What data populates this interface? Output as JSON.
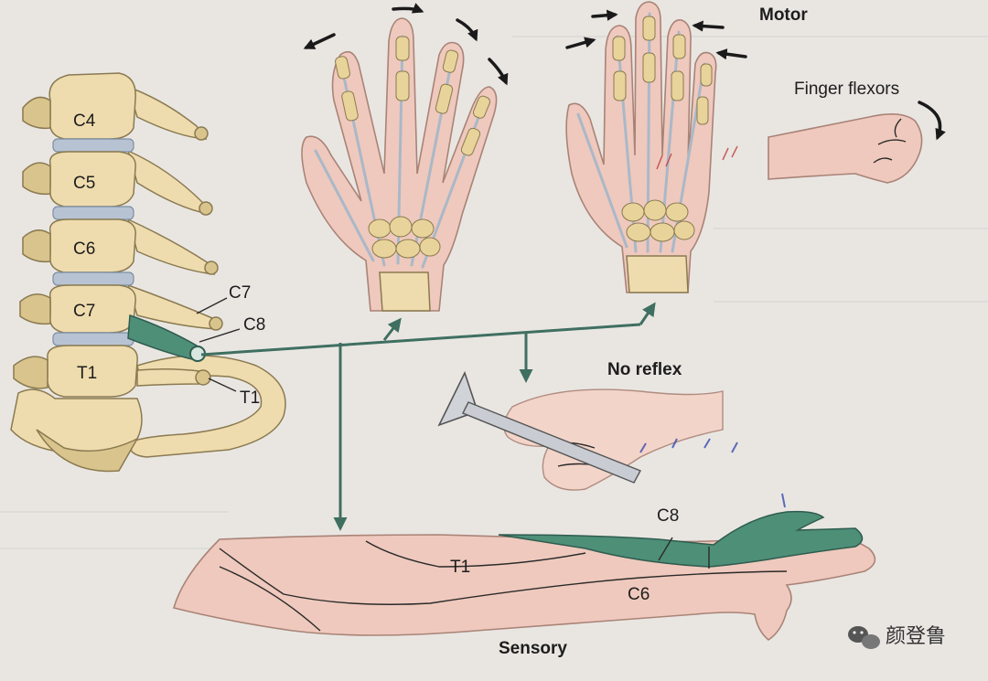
{
  "labels": {
    "c4": "C4",
    "c5": "C5",
    "c6": "C6",
    "c7_vertebra": "C7",
    "t1_vertebra": "T1",
    "c7_root": "C7",
    "c8_root": "C8",
    "t1_root": "T1",
    "motor": "Motor",
    "finger_flexors": "Finger flexors",
    "no_reflex": "No reflex",
    "sensory": "Sensory",
    "dermatome_t1": "T1",
    "dermatome_c8": "C8",
    "dermatome_c6": "C6"
  },
  "watermark": {
    "text": "颜登鲁",
    "icon": "wechat-icon"
  },
  "colors": {
    "background": "#e9e6e2",
    "bone": "#efdcae",
    "skin": "#efc9bd",
    "nerve": "#4e8f78",
    "disc": "#b7c3d2"
  }
}
